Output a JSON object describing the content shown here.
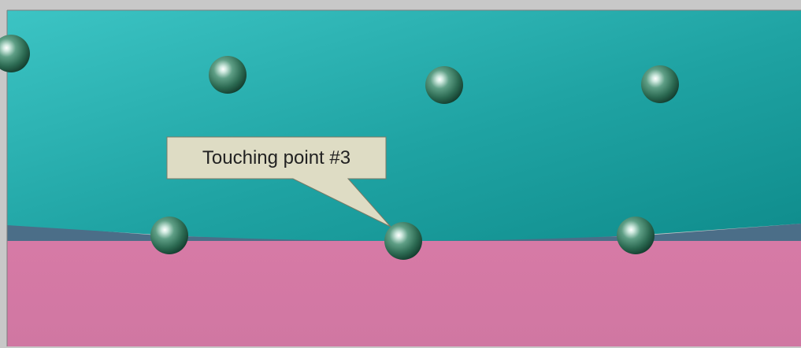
{
  "callout": {
    "text": "Touching point #3"
  },
  "colors": {
    "frame": "#c8c8c8",
    "upper_surface_light": "#3bbfbf",
    "upper_surface_dark": "#129090",
    "lower_surface": "#d478a4",
    "contact_band": "#4a6f8a",
    "sphere": "#2e7a5e",
    "callout_fill": "#dedcc4",
    "callout_border": "#7a7a66"
  },
  "scene": {
    "sphere_count": 7,
    "contact_sphere_count": 3
  }
}
